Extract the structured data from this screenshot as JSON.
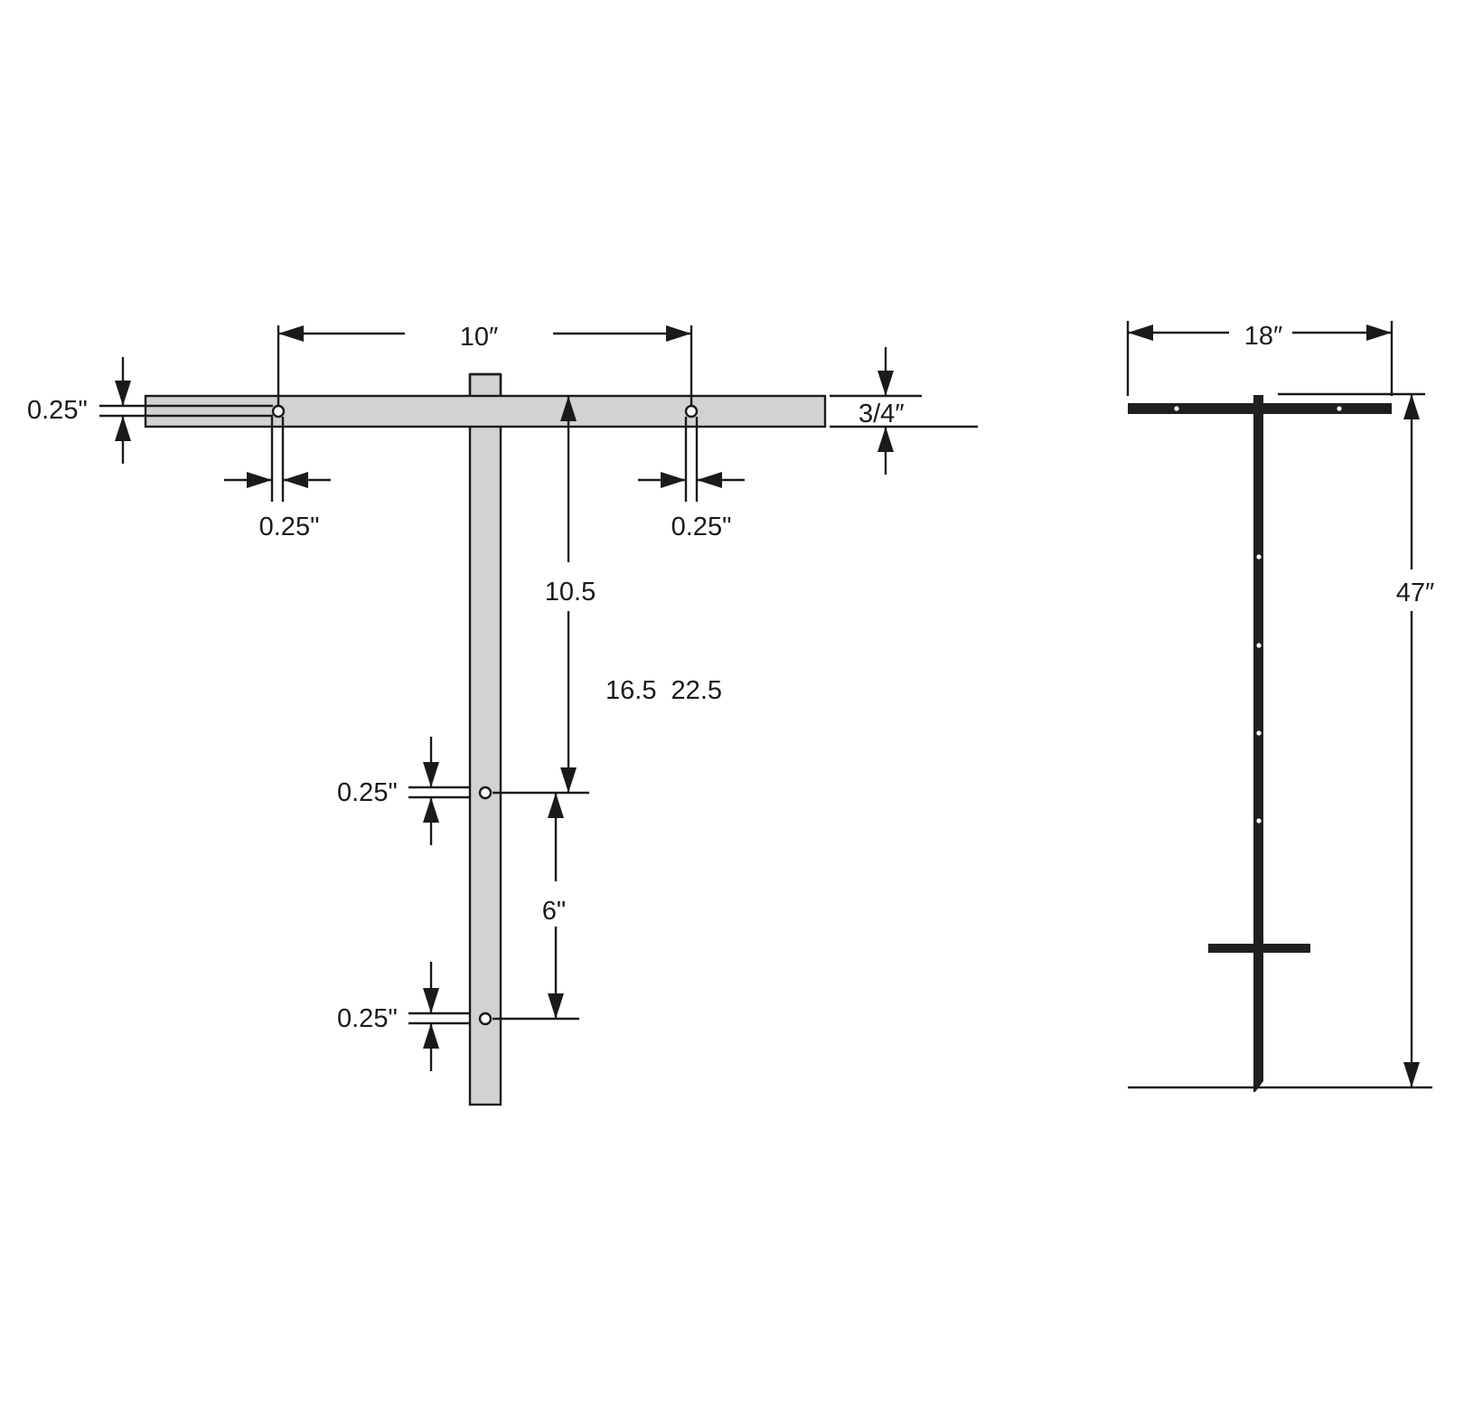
{
  "colors": {
    "background": "#ffffff",
    "stroke": "#1a1a1a",
    "part_fill": "#d1d2d4",
    "side_view_fill": "#1f1f1f"
  },
  "front_view": {
    "labels": {
      "top_hole_spacing": "10″",
      "crossbar_height": "3/4″",
      "left_hole_dia_vertical": "0.25\"",
      "left_hole_dia_horizontal": "0.25\"",
      "right_hole_dia_horizontal": "0.25\"",
      "upper_distance": "10.5",
      "alt_distances": "16.5  22.5",
      "mid_hole_dia": "0.25\"",
      "hole_spacing": "6\"",
      "bottom_hole_dia": "0.25\""
    }
  },
  "side_view": {
    "labels": {
      "width": "18″",
      "height": "47″"
    }
  }
}
